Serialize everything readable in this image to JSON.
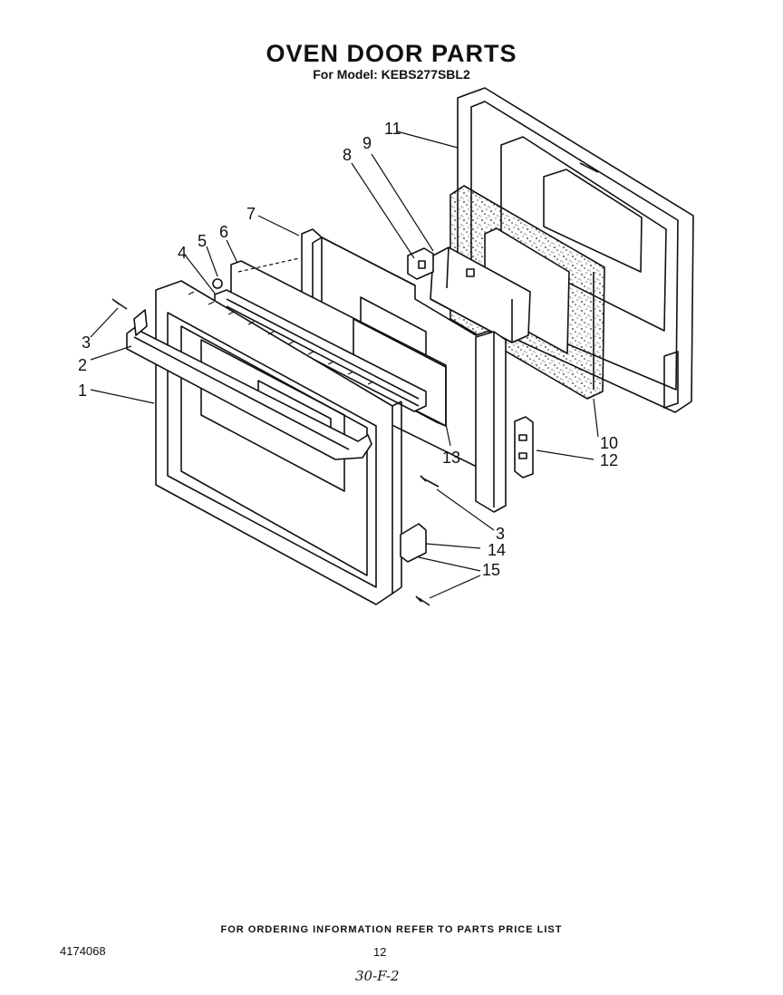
{
  "title": "OVEN DOOR PARTS",
  "subtitle": "For Model: KEBS277SBL2",
  "callouts": {
    "c1": "1",
    "c2": "2",
    "c3a": "3",
    "c3b": "3",
    "c4": "4",
    "c5": "5",
    "c6": "6",
    "c7": "7",
    "c8": "8",
    "c9": "9",
    "c10": "10",
    "c11": "11",
    "c12": "12",
    "c13": "13",
    "c14": "14",
    "c15": "15"
  },
  "footer_note": "FOR ORDERING INFORMATION REFER TO PARTS PRICE LIST",
  "doc_number": "4174068",
  "page_number": "12",
  "handwritten_note": "30-F-2"
}
